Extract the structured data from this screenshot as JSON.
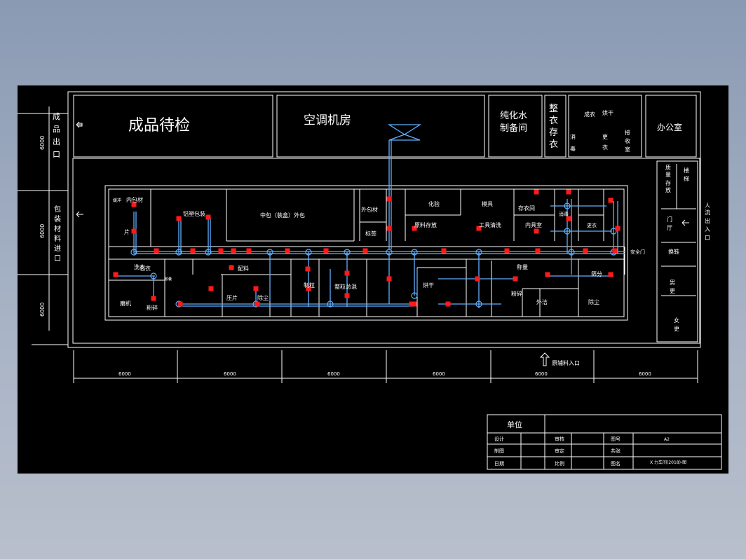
{
  "top_rooms": {
    "finished_goods": "成品待检",
    "ac_room": "空调机房",
    "pure_water_1": "纯化水",
    "pure_water_2": "制备间",
    "wash": "整",
    "wash2": "衣",
    "wash3": "存",
    "wash4": "衣",
    "small1": "成衣",
    "small2": "烘干",
    "small3": "消",
    "small4": "毒",
    "small5": "更",
    "small6": "衣",
    "small7": "接",
    "small8": "收",
    "small9": "室",
    "office": "办公室"
  },
  "left_labels": {
    "exit": [
      "成",
      "品",
      "出",
      "口"
    ],
    "entry": [
      "包",
      "装",
      "材",
      "料",
      "进",
      "口"
    ],
    "dim_a": "6000",
    "dim_b": "6000",
    "dim_c": "6000"
  },
  "right_labels": {
    "storage": [
      "质",
      "量",
      "存",
      "放"
    ],
    "stair": [
      "楼",
      "梯"
    ],
    "person_entry": [
      "人",
      "流",
      "出",
      "入",
      "口"
    ],
    "hall": [
      "门",
      "厅"
    ],
    "shoes": "换鞋",
    "male": [
      "男",
      "更"
    ],
    "female": [
      "女",
      "更"
    ]
  },
  "inner_rooms": {
    "r1": "内包材",
    "r2": "缓冲",
    "r3": "铝塑包装",
    "r4": "中包（装盒）外包",
    "r5": "外包材",
    "r6": "标签",
    "r7": "化验",
    "r8": "模具",
    "r9": "存衣间",
    "r10": "原料存放",
    "r11": "工具清洗",
    "r12": "内具室",
    "r13": "消毒",
    "r14": "更衣",
    "r15": "制粒",
    "r16": "整粒总混",
    "r17": "烘干",
    "r18": "称量",
    "r19": "粉碎",
    "r20": "洗衣",
    "r21": "磨机",
    "r22": "粉碎",
    "r23": "胶囊",
    "r24": "压片",
    "r25": "除尘",
    "r26": "外洁",
    "r27": "除尘",
    "r28": "筛分",
    "r29": "配料",
    "r30": "安全门",
    "r31": "片",
    "r32": "包衣"
  },
  "dimensions": [
    "6000",
    "6000",
    "6000",
    "6000",
    "6000",
    "6000"
  ],
  "bottom_entry": "原辅料入口",
  "title_block": {
    "unit": "单位",
    "design": "设计",
    "review": "审核",
    "drawing_no": "图号",
    "drawing_val": "A2",
    "draw": "制图",
    "approve": "审定",
    "scale_lbl": "共张",
    "date": "日期",
    "ratio": "比例",
    "sheet": "图名",
    "sheet_val": "X 力车间(2018)-图"
  }
}
